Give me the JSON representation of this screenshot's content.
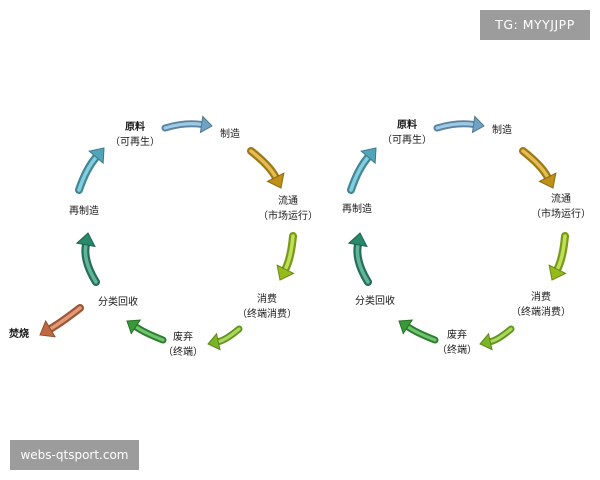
{
  "watermarks": {
    "top_right": "TG: MYYJJPP",
    "bottom_left": "webs-qtsport.com"
  },
  "colors": {
    "raw_to_manufacture": "#7fb8dc",
    "manufacture_to_circulation": "#d9a51a",
    "circulation_to_consumption": "#a8d420",
    "consumption_to_waste": "#8ccc2a",
    "waste_to_sorting": "#3fae3f",
    "sorting_to_remanufacture": "#2e9a78",
    "remanufacture_to_raw": "#5bbcd2",
    "sorting_to_incineration": "#d9774a"
  },
  "diagrams": [
    {
      "nodes": {
        "raw": {
          "line1": "原料",
          "line2": "（可再生）"
        },
        "manufacture": {
          "line1": "制造"
        },
        "circulation": {
          "line1": "流通",
          "line2": "（市场运行）"
        },
        "consumption": {
          "line1": "消费",
          "line2": "（终端消费）"
        },
        "waste": {
          "line1": "废弃",
          "line2": "（终端）"
        },
        "sorting": {
          "line1": "分类回收"
        },
        "remanufacture": {
          "line1": "再制造"
        },
        "incineration": {
          "line1": "焚烧"
        }
      }
    },
    {
      "nodes": {
        "raw": {
          "line1": "原料",
          "line2": "（可再生）"
        },
        "manufacture": {
          "line1": "制造"
        },
        "circulation": {
          "line1": "流通",
          "line2": "（市场运行）"
        },
        "consumption": {
          "line1": "消费",
          "line2": "（终端消费）"
        },
        "waste": {
          "line1": "废弃",
          "line2": "（终端）"
        },
        "sorting": {
          "line1": "分类回收"
        },
        "remanufacture": {
          "line1": "再制造"
        }
      }
    }
  ]
}
